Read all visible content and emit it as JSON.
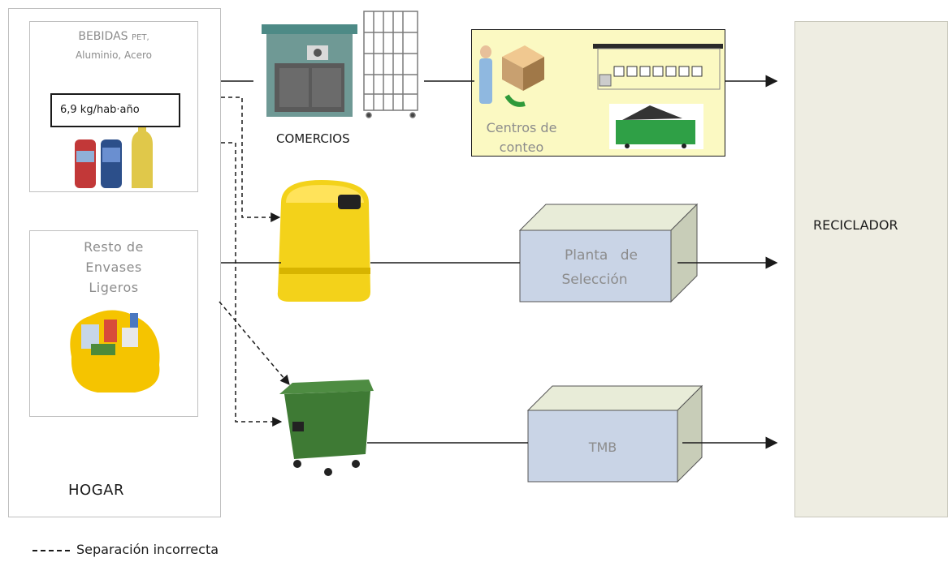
{
  "hogar": {
    "label": "HOGAR",
    "bebidas": {
      "title": "BEBIDAS",
      "title_small": "PET,",
      "subtitle": "Aluminio, Acero",
      "ratio": "6,9 kg/hab·año"
    },
    "resto": {
      "line1": "Resto de",
      "line2": "Envases",
      "line3": "Ligeros"
    }
  },
  "comercios": {
    "label": "COMERCIOS"
  },
  "centros_conteo": {
    "line1": "Centros de",
    "line2": "conteo"
  },
  "planta": {
    "line1": "Planta de",
    "line2": "Selección"
  },
  "tmb": {
    "label": "TMB"
  },
  "reciclador": {
    "label": "RECICLADOR"
  },
  "legend": {
    "label": "Separación incorrecta"
  },
  "colors": {
    "panel_yellow": "#fbf9c2",
    "container_yellow": "#f3d21a",
    "container_green": "#3e7a34",
    "box_blue": "#c9d4e6",
    "reciclador_bg": "#eeede2"
  }
}
